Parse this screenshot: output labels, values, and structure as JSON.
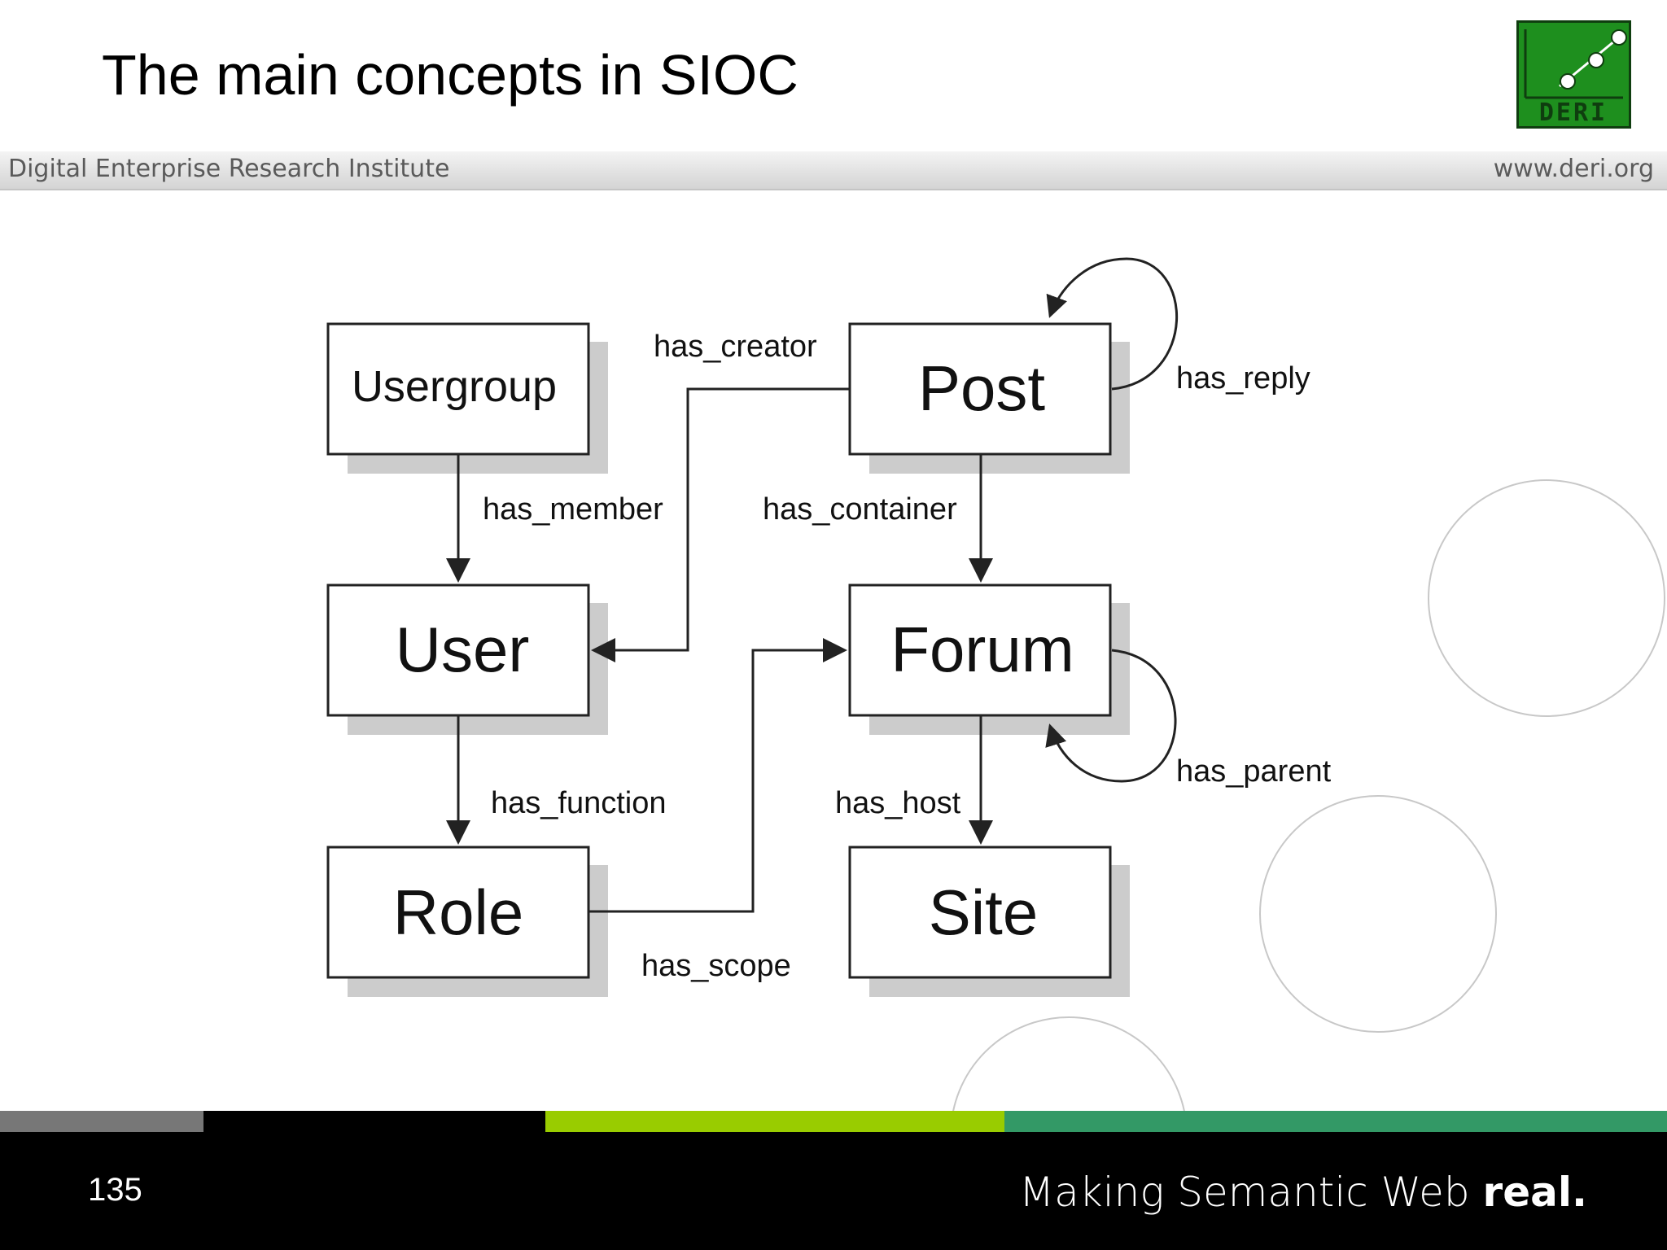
{
  "slide": {
    "title": "The main concepts in SIOC",
    "institute": "Digital Enterprise Research Institute",
    "website": "www.deri.org",
    "logo_text": "DERI",
    "page_number": "135",
    "tagline_light": "Making Semantic Web ",
    "tagline_bold": "real."
  },
  "colors": {
    "logo_green": "#1e8f1e",
    "bar_gray": "#777777",
    "bar_black": "#000000",
    "bar_lime": "#99cc00",
    "bar_green": "#339966",
    "footer_bg": "#000000",
    "node_shadow": "#cccccc"
  },
  "diagram": {
    "nodes": {
      "usergroup": "Usergroup",
      "user": "User",
      "role": "Role",
      "post": "Post",
      "forum": "Forum",
      "site": "Site"
    },
    "edges": {
      "has_creator": "has_creator",
      "has_member": "has_member",
      "has_function": "has_function",
      "has_scope": "has_scope",
      "has_container": "has_container",
      "has_host": "has_host",
      "has_reply": "has_reply",
      "has_parent": "has_parent"
    }
  }
}
